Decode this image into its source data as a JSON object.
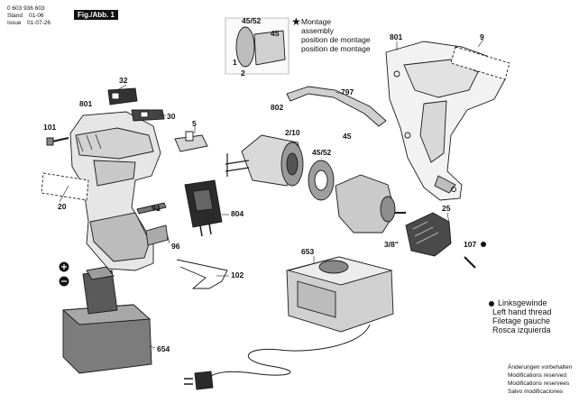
{
  "header": {
    "doc_number": "0 603 936 603",
    "stand": "Stand",
    "stand_value": "01-06",
    "issue": "Issue",
    "issue_value": "01-07-26",
    "figure_tag": "Fig./Abb. 1"
  },
  "montage": {
    "inset_numbers": [
      "45/52",
      "45",
      "1",
      "2"
    ],
    "lines": [
      "Montage",
      "assembly",
      "position de montage",
      "position de montage"
    ]
  },
  "parts": [
    "801",
    "9",
    "32",
    "30",
    "101",
    "801",
    "5",
    "20",
    "93",
    "96",
    "804",
    "102",
    "802",
    "2/10",
    "45/52",
    "45",
    "797",
    "25",
    "3/8\"",
    "107",
    "653",
    "654"
  ],
  "legend": {
    "left_thread": [
      "Linksgewinde",
      "Left hand thread",
      "Filetage gauche",
      "Rosca izquierda"
    ]
  },
  "footer": [
    "Änderungen vorbehalten",
    "Modifications reserved",
    "Modifications reservees",
    "Salvo modificaciones"
  ],
  "colors": {
    "line": "#1a1a1a",
    "shade": "#cfcfcf",
    "dark": "#6a6a6a"
  }
}
